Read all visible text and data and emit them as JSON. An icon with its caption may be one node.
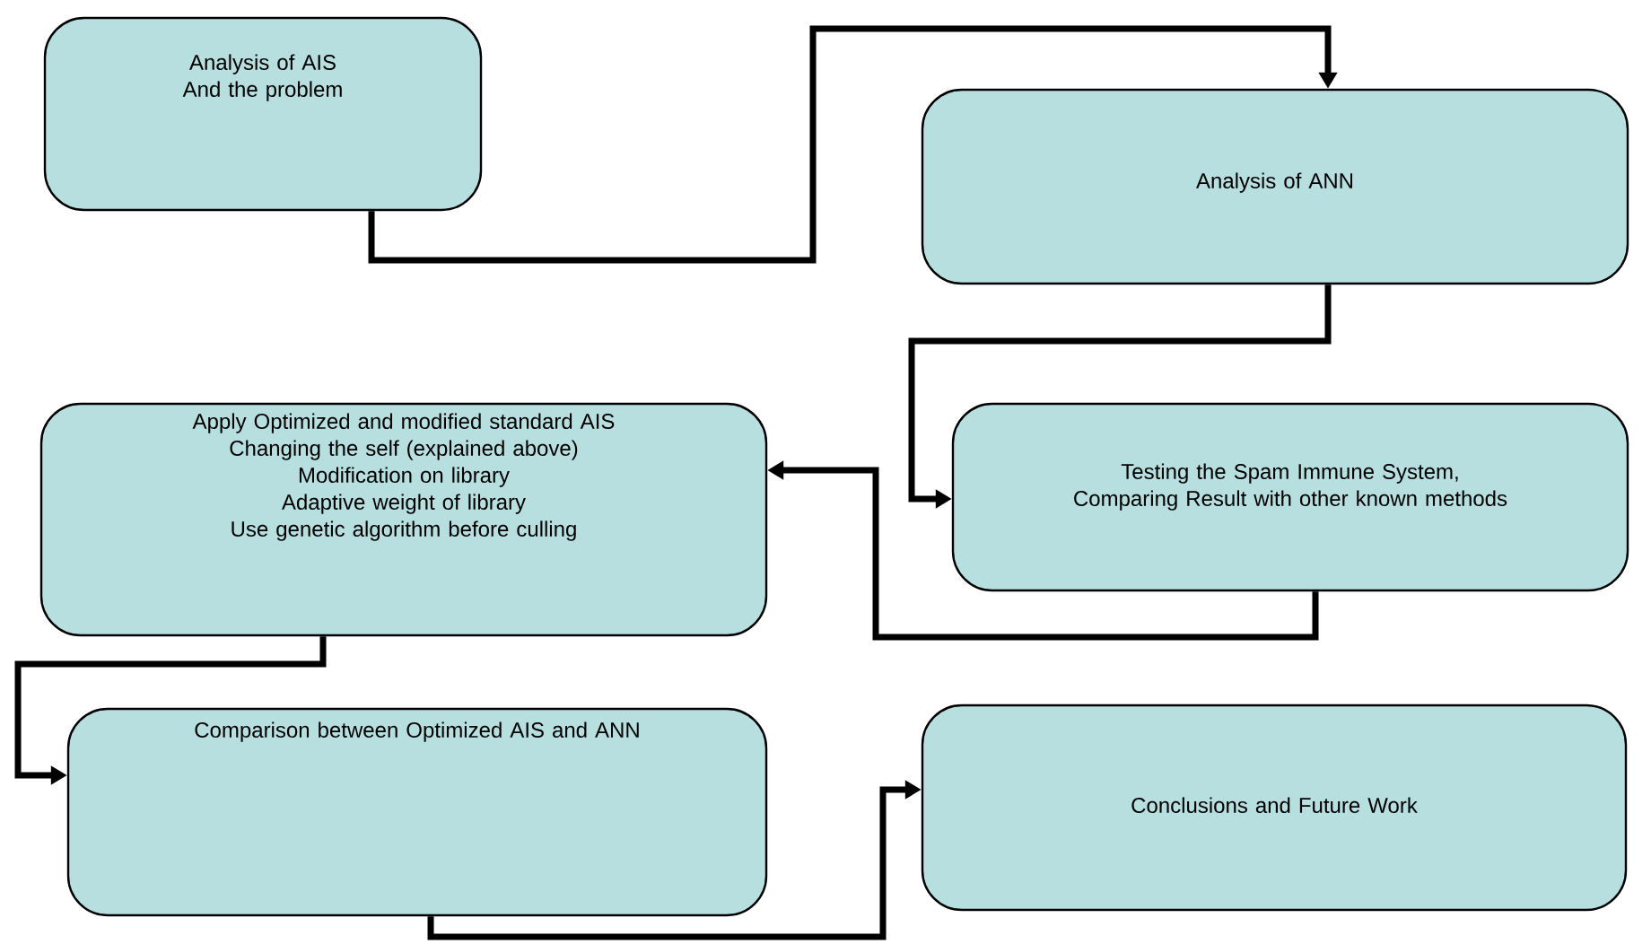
{
  "diagram": {
    "nodes": [
      {
        "text": [
          "Analysis of AIS And the problem"
        ]
      },
      {
        "text": [
          "Analysis of ANN"
        ]
      },
      {
        "text": [
          "Apply Optimized and modified standard AIS",
          "Changing the self (explained above)",
          "Modification on library",
          "Adaptive weight of library",
          "Use genetic algorithm before culling"
        ]
      },
      {
        "text": [
          "Testing the Spam Immune System,",
          "Comparing Result  with other known methods"
        ]
      },
      {
        "text": [
          "Comparison between Optimized AIS and ANN"
        ]
      },
      {
        "text": [
          "Conclusions and Future Work"
        ]
      }
    ],
    "edges": [
      {
        "from": 0,
        "to": 1,
        "arrow": "to"
      },
      {
        "from": 1,
        "to": 3,
        "arrow": "to"
      },
      {
        "from": 3,
        "to": 2,
        "arrow": "to"
      },
      {
        "from": 2,
        "to": 4,
        "arrow": "to"
      },
      {
        "from": 4,
        "to": 5,
        "arrow": "to"
      }
    ]
  }
}
